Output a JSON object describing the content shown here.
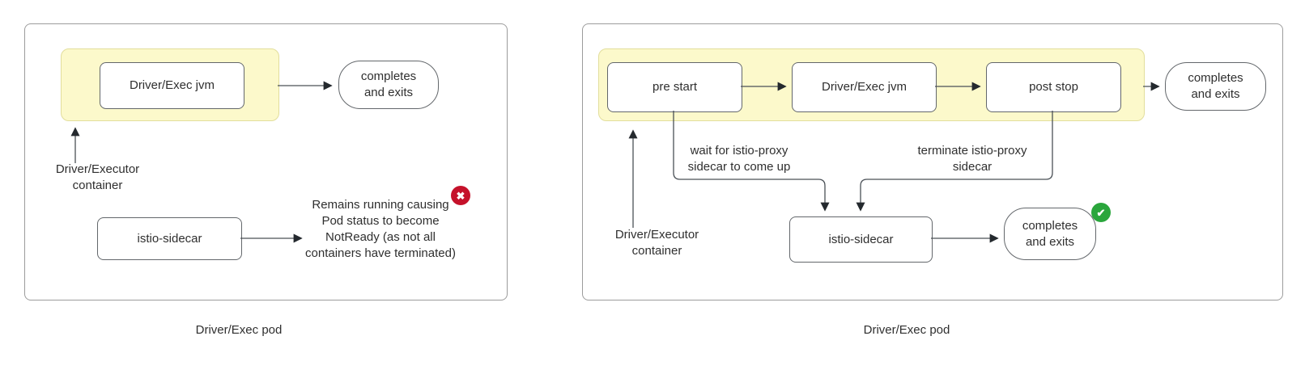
{
  "colors": {
    "container_fill": "#FCF9CB",
    "container_border": "#E2DE9C",
    "node_border": "#63676B",
    "panel_border": "#9C9C9C",
    "arrow": "#3F454B",
    "error_red": "#C5122B",
    "success_green": "#2AA63C",
    "text": "#2F2F2F"
  },
  "icons": {
    "error": "✖",
    "success": "✔"
  },
  "left_panel": {
    "caption": "Driver/Exec pod",
    "container_arrow_label": "Driver/Executor\ncontainer",
    "jvm_box": "Driver/Exec jvm",
    "jvm_outcome": "completes\nand exits",
    "sidecar_box": "istio-sidecar",
    "sidecar_outcome": "Remains running causing\nPod status to become\nNotReady (as not all\ncontainers have terminated)"
  },
  "right_panel": {
    "caption": "Driver/Exec pod",
    "pre_start_box": "pre start",
    "jvm_box": "Driver/Exec jvm",
    "post_stop_box": "post stop",
    "jvm_outcome": "completes\nand exits",
    "wait_label": "wait for istio-proxy\nsidecar to come up",
    "terminate_label": "terminate istio-proxy\nsidecar",
    "container_arrow_label": "Driver/Executor\ncontainer",
    "sidecar_box": "istio-sidecar",
    "sidecar_outcome": "completes\nand exits"
  }
}
